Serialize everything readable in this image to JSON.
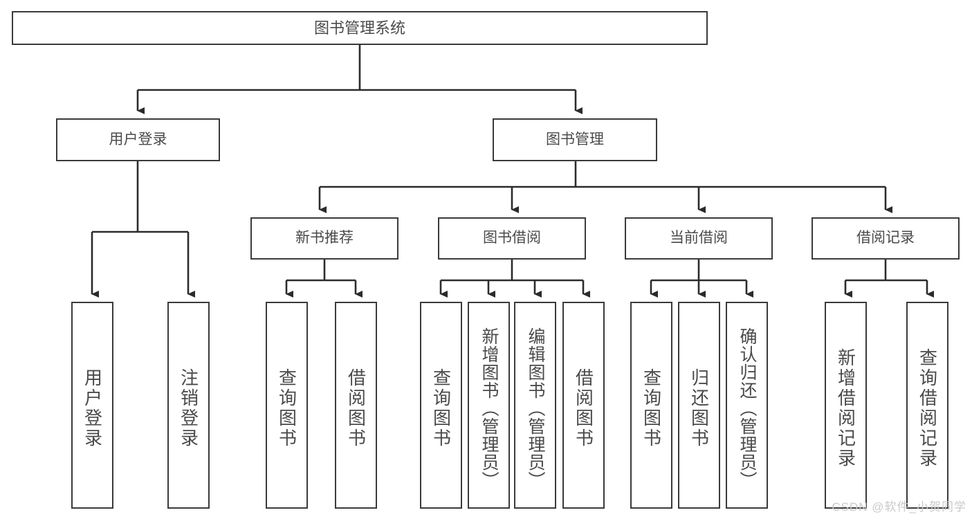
{
  "diagram": {
    "type": "tree-hierarchy",
    "title": "图书管理系统",
    "watermark": "CSDN @软件_小贺同学",
    "colors": {
      "box_border": "#3a3a3a",
      "box_fill": "#ffffff",
      "text": "#4a4a4a",
      "connector": "#2b2b2b",
      "watermark": "#c9c9c9",
      "background": "#ffffff"
    },
    "root": {
      "label": "图书管理系统"
    },
    "level1": [
      {
        "label": "用户登录"
      },
      {
        "label": "图书管理"
      }
    ],
    "level2": [
      {
        "label": "新书推荐"
      },
      {
        "label": "图书借阅"
      },
      {
        "label": "当前借阅"
      },
      {
        "label": "借阅记录"
      }
    ],
    "leaves": {
      "user_login": [
        {
          "label": "用户登录"
        },
        {
          "label": "注销登录"
        }
      ],
      "new_book": [
        {
          "label": "查询图书"
        },
        {
          "label": "借阅图书"
        }
      ],
      "book_borrow": [
        {
          "label": "查询图书"
        },
        {
          "label": "新增图书（管理员）"
        },
        {
          "label": "编辑图书（管理员）"
        },
        {
          "label": "借阅图书"
        }
      ],
      "current_borrow": [
        {
          "label": "查询图书"
        },
        {
          "label": "归还图书"
        },
        {
          "label": "确认归还（管理员）"
        }
      ],
      "borrow_record": [
        {
          "label": "新增借阅记录"
        },
        {
          "label": "查询借阅记录"
        }
      ]
    }
  }
}
